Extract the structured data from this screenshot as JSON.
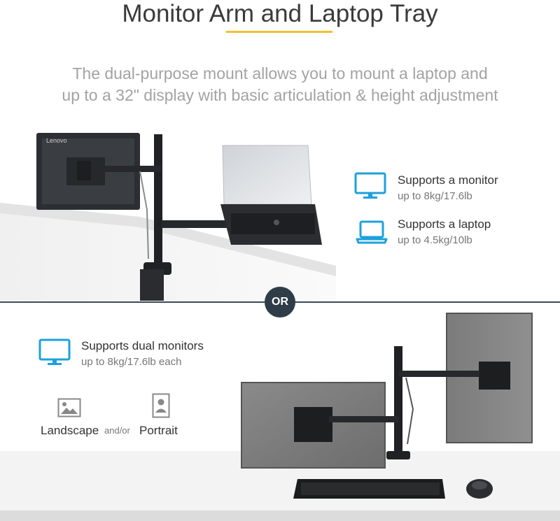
{
  "heading": {
    "title": "Monitor Arm and Laptop Tray",
    "subtitle_line1": "The dual-purpose mount allows you to mount a laptop and",
    "subtitle_line2": "up to a 32\" display with basic articulation & height adjustment"
  },
  "separator": {
    "label": "OR"
  },
  "features_top": [
    {
      "icon": "monitor-icon",
      "title": "Supports a monitor",
      "sub": "up to 8kg/17.6lb"
    },
    {
      "icon": "laptop-icon",
      "title": "Supports a laptop",
      "sub": "up to 4.5kg/10lb"
    }
  ],
  "features_bottom": [
    {
      "icon": "monitor-icon",
      "title": "Supports dual monitors",
      "sub": "up to 8kg/17.6lb each"
    }
  ],
  "orientation": {
    "landscape_label": "Landscape",
    "separator_label": "and/or",
    "portrait_label": "Portrait"
  },
  "photo_text": {
    "monitor_brand": "Lenovo"
  },
  "colors": {
    "accent_blue": "#1da1dc",
    "title_bar": "#f2c12e",
    "badge": "#2f3d49"
  }
}
